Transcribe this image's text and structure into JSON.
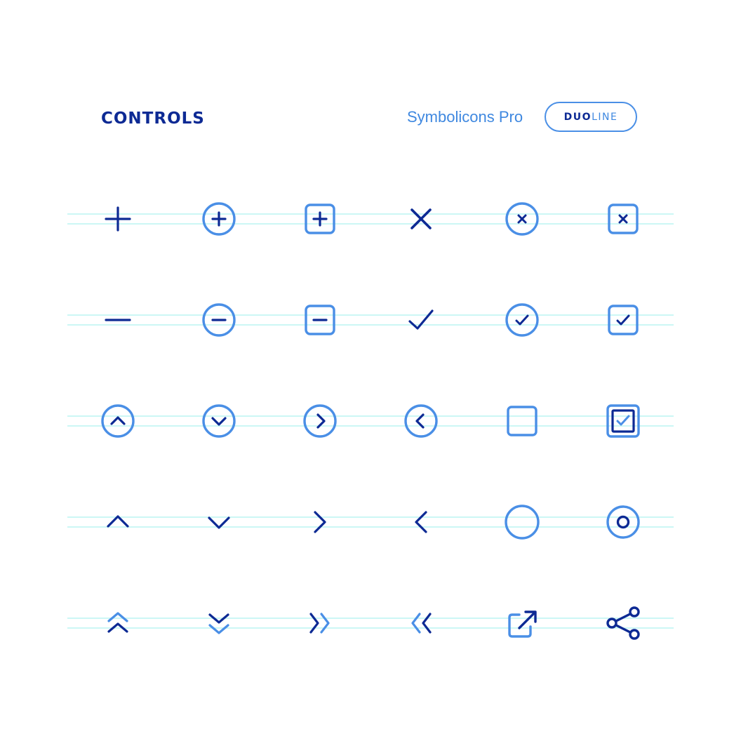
{
  "header": {
    "title": "CONTROLS",
    "brand": "Symbolicons Pro",
    "badge_strong": "DUO",
    "badge_light": "LINE"
  },
  "colors": {
    "dark": "#0d2a94",
    "light": "#4a8fe6",
    "guide": "#aef2ef"
  },
  "icon_rows": [
    [
      "plus-icon",
      "plus-circle-icon",
      "plus-square-icon",
      "close-icon",
      "close-circle-icon",
      "close-square-icon"
    ],
    [
      "minus-icon",
      "minus-circle-icon",
      "minus-square-icon",
      "check-icon",
      "check-circle-icon",
      "check-square-icon"
    ],
    [
      "chevron-up-circle-icon",
      "chevron-down-circle-icon",
      "chevron-right-circle-icon",
      "chevron-left-circle-icon",
      "checkbox-empty-icon",
      "checkbox-checked-icon"
    ],
    [
      "chevron-up-icon",
      "chevron-down-icon",
      "chevron-right-icon",
      "chevron-left-icon",
      "radio-empty-icon",
      "radio-selected-icon"
    ],
    [
      "double-chevron-up-icon",
      "double-chevron-down-icon",
      "double-chevron-right-icon",
      "double-chevron-left-icon",
      "external-link-icon",
      "share-icon"
    ]
  ]
}
